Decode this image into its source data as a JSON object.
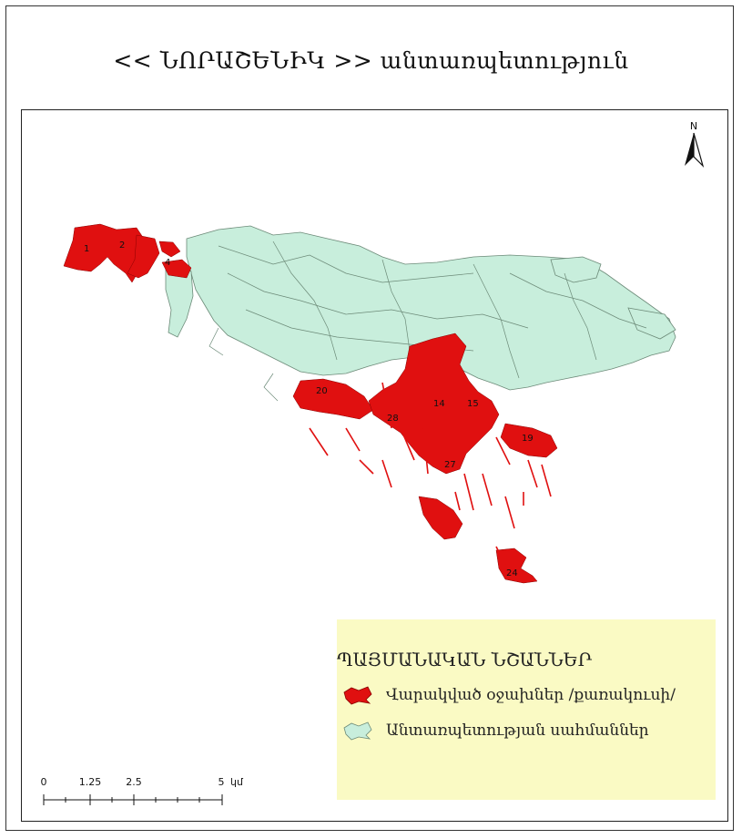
{
  "title": "<< ՆՈՐԱՇԵՆԻԿ >> անտառպետություն",
  "north": {
    "label": "N",
    "icon": "north-arrow-icon"
  },
  "legend": {
    "title": "ՊԱՅՄԱՆԱԿԱՆ ՆՇԱՆՆԵՐ",
    "items": [
      {
        "label": "Վարակված օջախներ /քառակուսի/",
        "color": "#e01010",
        "icon": "red-patch-icon"
      },
      {
        "label": "Անտառպետության սահմաններ",
        "color": "#c8eedc",
        "icon": "green-patch-icon"
      }
    ]
  },
  "scale": {
    "ticks": [
      "0",
      "1.25",
      "2.5",
      "5"
    ],
    "unit": "կմ"
  },
  "site_labels": [
    "1",
    "2",
    "4",
    "20",
    "14",
    "15",
    "28",
    "19",
    "27",
    "24"
  ],
  "colors": {
    "infected": "#e01010",
    "boundary_fill": "#c8eedc",
    "boundary_stroke": "#6c8a78",
    "legend_bg": "#fafac4"
  }
}
